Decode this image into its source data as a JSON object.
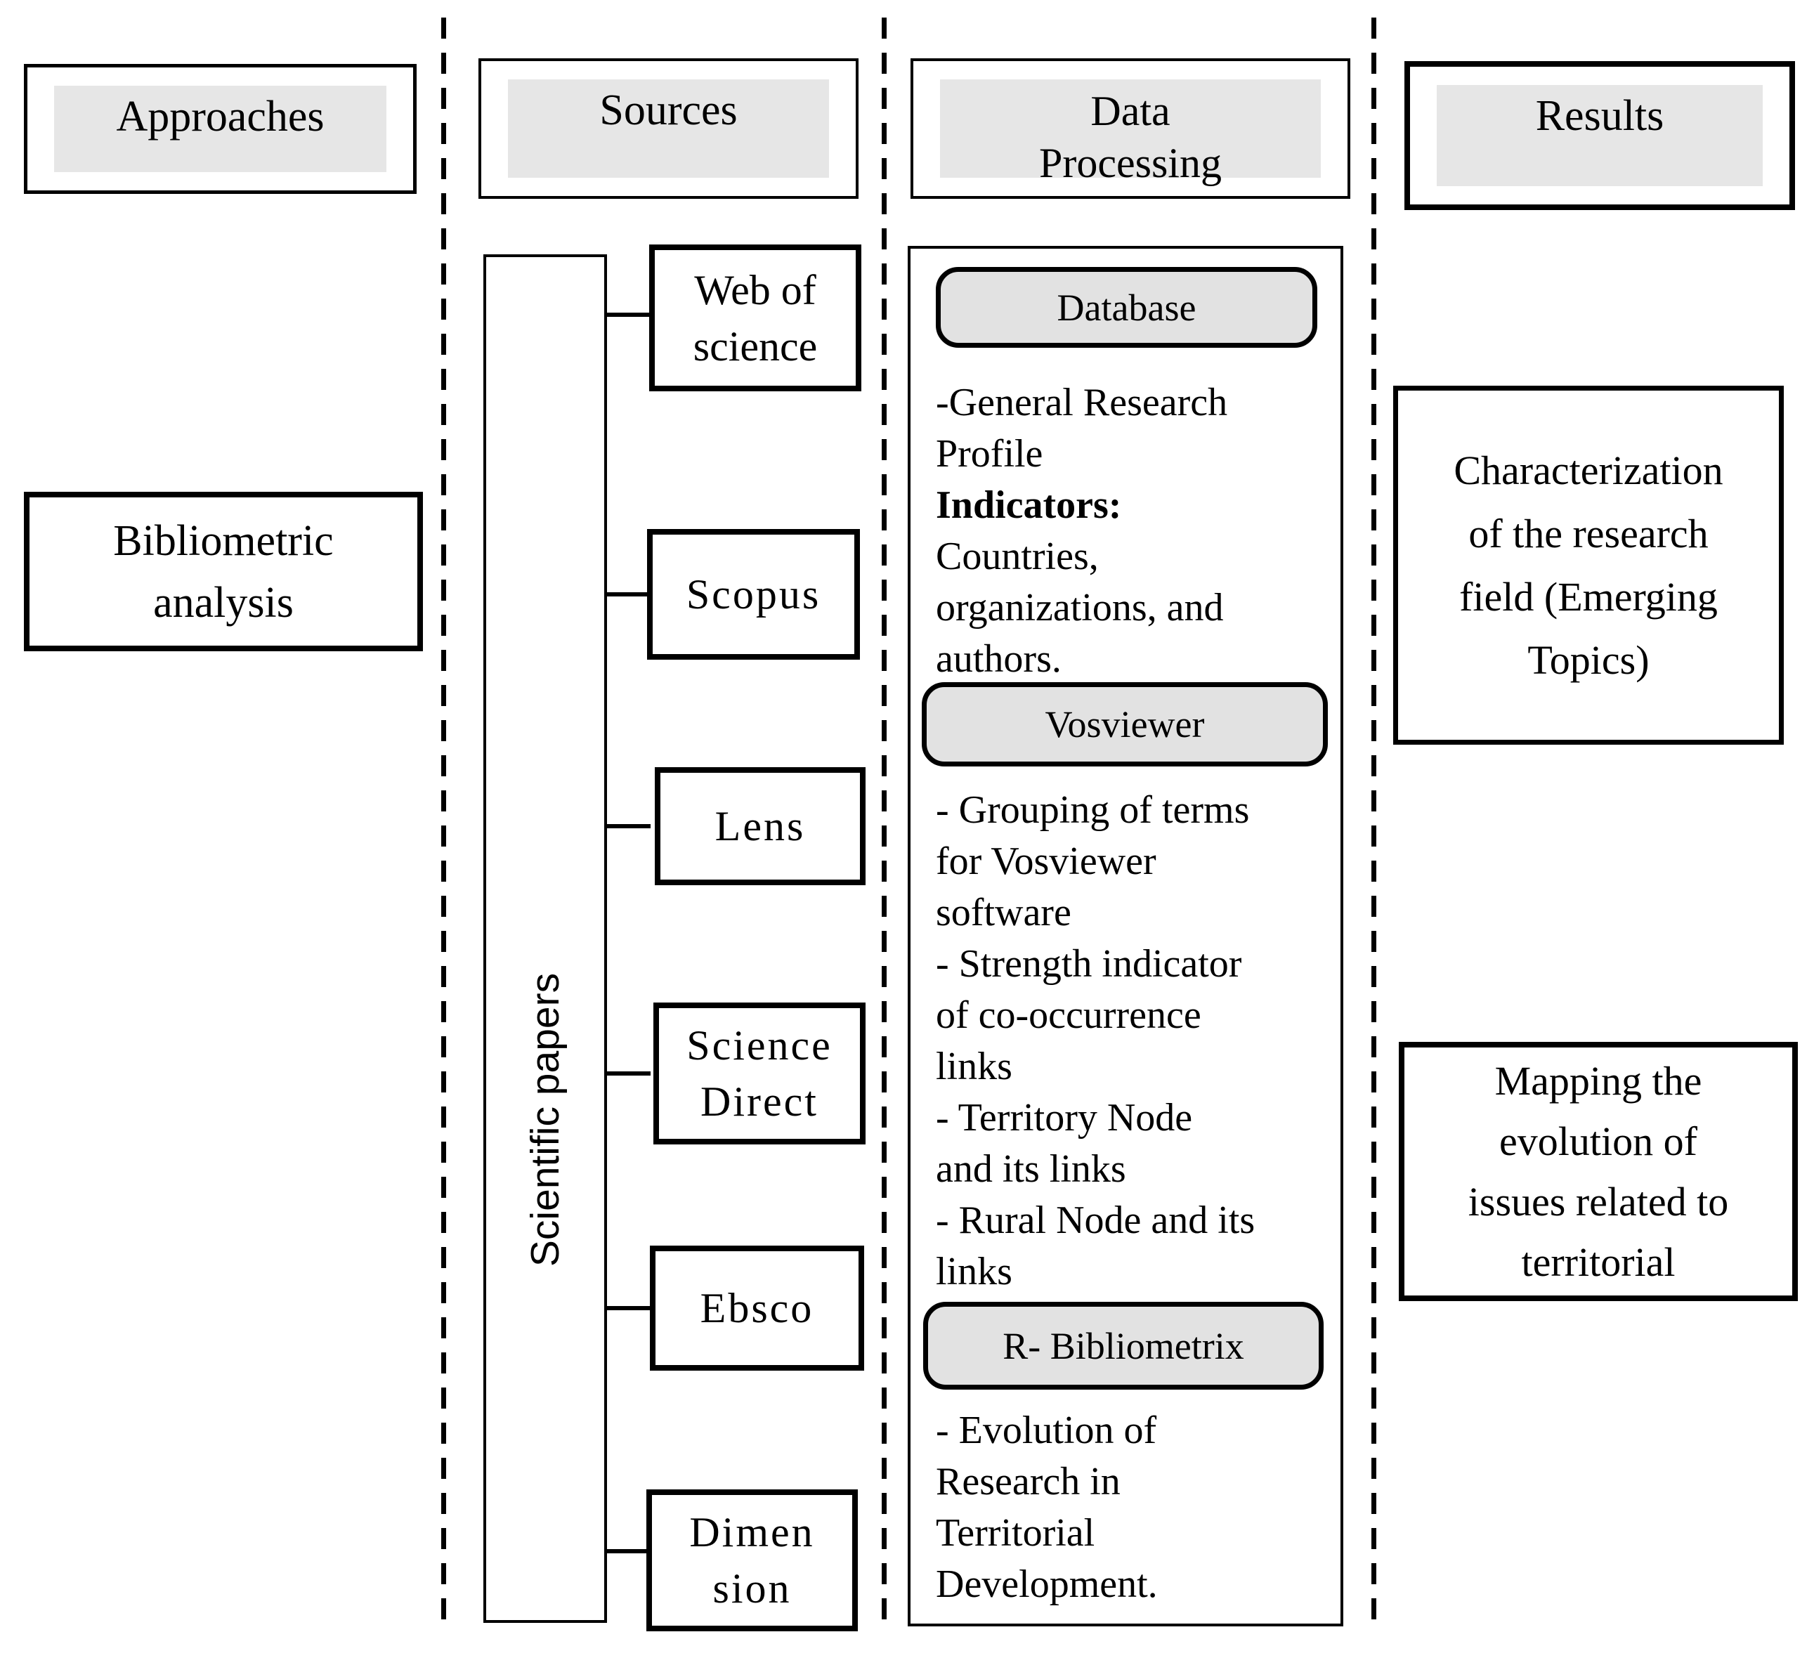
{
  "palette": {
    "background": "#ffffff",
    "line_color": "#000000",
    "header_fill": "#e6e6e6",
    "badge_fill": "#e2e2e2"
  },
  "headers": {
    "approaches": "Approaches",
    "sources": "Sources",
    "data_processing_line1": "Data",
    "data_processing_line2": "Processing",
    "results": "Results"
  },
  "approaches": {
    "box_lines": [
      "Bibliometric",
      "analysis"
    ]
  },
  "sources": {
    "group_label": "Scientific papers",
    "items": [
      {
        "lines": [
          "Web of",
          "science"
        ]
      },
      {
        "lines": [
          "Scopus"
        ]
      },
      {
        "lines": [
          "Lens"
        ]
      },
      {
        "lines": [
          "Science",
          "Direct"
        ]
      },
      {
        "lines": [
          "Ebsco"
        ]
      },
      {
        "lines": [
          "Dimen",
          "sion"
        ]
      }
    ]
  },
  "data_processing": {
    "sections": [
      {
        "badge": "Database",
        "lines": [
          "-General Research",
          "Profile",
          "Indicators:",
          "Countries,",
          "organizations, and",
          "authors."
        ]
      },
      {
        "badge": "Vosviewer",
        "lines": [
          "- Grouping of terms",
          "for Vosviewer",
          "software",
          "- Strength indicator",
          "of co-occurrence",
          "links",
          "- Territory Node",
          "and its links",
          "- Rural Node and its",
          "links"
        ]
      },
      {
        "badge": "R- Bibliometrix",
        "lines": [
          "- Evolution of",
          "Research in",
          "Territorial",
          "Development."
        ]
      }
    ]
  },
  "results": {
    "boxes": [
      {
        "lines": [
          "Characterization",
          "of the research",
          "field (Emerging",
          "Topics)"
        ]
      },
      {
        "lines": [
          "Mapping the",
          "evolution of",
          "issues related to",
          "territorial"
        ]
      }
    ]
  }
}
